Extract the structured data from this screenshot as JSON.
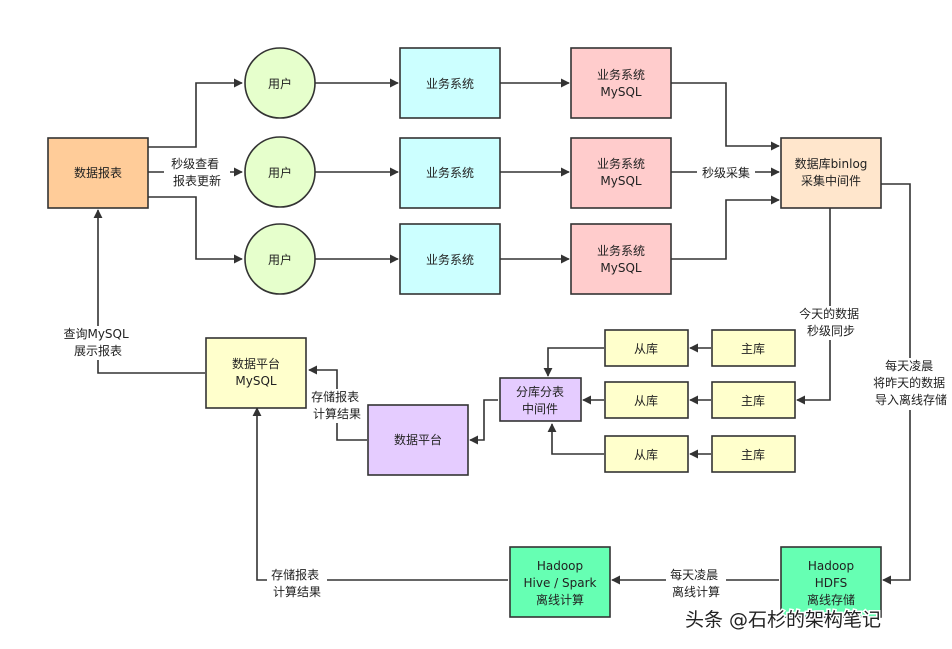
{
  "nodes": {
    "report": {
      "lines": [
        "数据报表"
      ],
      "fill": "#ffcc99"
    },
    "user1": {
      "lines": [
        "用户"
      ],
      "fill": "#e6ffcc"
    },
    "user2": {
      "lines": [
        "用户"
      ],
      "fill": "#e6ffcc"
    },
    "user3": {
      "lines": [
        "用户"
      ],
      "fill": "#e6ffcc"
    },
    "biz1": {
      "lines": [
        "业务系统"
      ],
      "fill": "#ccffff"
    },
    "biz2": {
      "lines": [
        "业务系统"
      ],
      "fill": "#ccffff"
    },
    "biz3": {
      "lines": [
        "业务系统"
      ],
      "fill": "#ccffff"
    },
    "mysql1": {
      "lines": [
        "业务系统",
        "MySQL"
      ],
      "fill": "#ffcccc"
    },
    "mysql2": {
      "lines": [
        "业务系统",
        "MySQL"
      ],
      "fill": "#ffcccc"
    },
    "mysql3": {
      "lines": [
        "业务系统",
        "MySQL"
      ],
      "fill": "#ffcccc"
    },
    "binlog": {
      "lines": [
        "数据库binlog",
        "采集中间件"
      ],
      "fill": "#ffe6cc"
    },
    "platform_mysql": {
      "lines": [
        "数据平台",
        "MySQL"
      ],
      "fill": "#ffffcc"
    },
    "platform": {
      "lines": [
        "数据平台"
      ],
      "fill": "#e5ccff"
    },
    "sharding": {
      "lines": [
        "分库分表",
        "中间件"
      ],
      "fill": "#e5ccff"
    },
    "slave1": {
      "lines": [
        "从库"
      ],
      "fill": "#ffffcc"
    },
    "slave2": {
      "lines": [
        "从库"
      ],
      "fill": "#ffffcc"
    },
    "slave3": {
      "lines": [
        "从库"
      ],
      "fill": "#ffffcc"
    },
    "master1": {
      "lines": [
        "主库"
      ],
      "fill": "#ffffcc"
    },
    "master2": {
      "lines": [
        "主库"
      ],
      "fill": "#ffffcc"
    },
    "master3": {
      "lines": [
        "主库"
      ],
      "fill": "#ffffcc"
    },
    "hadoop_hive": {
      "lines": [
        "Hadoop",
        "Hive / Spark",
        "离线计算"
      ],
      "fill": "#66ffb3"
    },
    "hadoop_hdfs": {
      "lines": [
        "Hadoop",
        "HDFS",
        "离线存储"
      ],
      "fill": "#66ffb3"
    }
  },
  "edge_labels": {
    "report_query": [
      "秒级查看",
      "报表更新"
    ],
    "binlog_collect": [
      "秒级采集"
    ],
    "today_sync": [
      "今天的数据",
      "秒级同步"
    ],
    "nightly_import": [
      "每天凌晨",
      "将昨天的数据",
      "导入离线存储"
    ],
    "query_mysql": [
      "查询MySQL",
      "展示报表"
    ],
    "store_result_platform": [
      "存储报表",
      "计算结果"
    ],
    "nightly_offline": [
      "每天凌晨",
      "离线计算"
    ],
    "store_result_hive": [
      "存储报表",
      "计算结果"
    ]
  },
  "watermark": "头条 @石杉的架构笔记"
}
